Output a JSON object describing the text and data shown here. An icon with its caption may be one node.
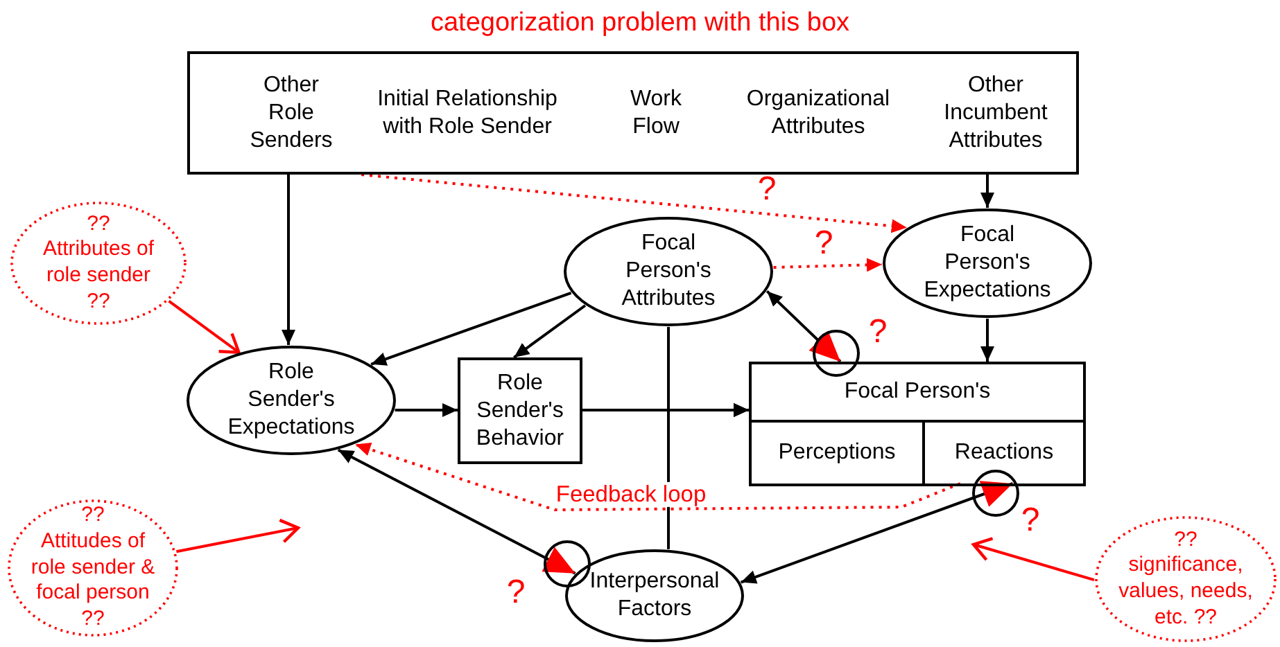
{
  "diagram": {
    "title": "categorization problem with this box",
    "nodes": [
      {
        "text": [
          "Other Role Senders",
          "Initial Relationship with Role Sender",
          "Work Flow",
          "Organizational Attributes",
          "Other Incumbent Attributes"
        ]
      },
      {
        "text": [
          "Focal Person's Attributes"
        ]
      },
      {
        "text": [
          "Focal Person's Expectations"
        ]
      },
      {
        "text": [
          "Role Sender's Expectations"
        ]
      },
      {
        "text": [
          "Role Sender's Behavior"
        ]
      },
      {
        "text": [
          "Focal Person's"
        ]
      },
      {
        "text": [
          "Perceptions"
        ],
        "in": 5
      },
      {
        "text": [
          "Reactions"
        ],
        "in": 5
      },
      {
        "text": [
          "Interpersonal Factors"
        ]
      },
      {
        "text": [
          "??",
          "Attributes of role sender",
          "??"
        ]
      },
      {
        "text": [
          "??",
          "Attitudes of role sender & focal person",
          "??"
        ]
      },
      {
        "text": [
          "??",
          "significance, values, needs, etc. ??"
        ]
      }
    ],
    "edges": [
      {
        "from": 0,
        "to": 3,
        "arrow": "to"
      },
      {
        "from": 0,
        "to": 2,
        "arrow": "to",
        "label": "?",
        "style": "dashed",
        "color": "#ff0000"
      },
      {
        "from": 0,
        "to": 2,
        "arrow": "to"
      },
      {
        "from": 1,
        "to": 2,
        "arrow": "to",
        "label": "?",
        "style": "dashed",
        "color": "#ff0000"
      },
      {
        "from": 1,
        "to": 3,
        "arrow": "to"
      },
      {
        "from": 1,
        "to": 4,
        "arrow": "to"
      },
      {
        "from": 1,
        "to": 5,
        "arrow": "both",
        "label": "?"
      },
      {
        "from": 2,
        "to": 5,
        "arrow": "to"
      },
      {
        "from": 3,
        "to": 4,
        "arrow": "to"
      },
      {
        "from": 4,
        "to": 5,
        "arrow": "to"
      },
      {
        "from": 1,
        "to": 5,
        "arrow": "to"
      },
      {
        "from": 8,
        "to": 5,
        "arrow": "to"
      },
      {
        "from": 7,
        "to": 3,
        "arrow": "to",
        "label": "Feedback loop",
        "style": "dashed",
        "color": "#ff0000"
      },
      {
        "from": 3,
        "to": 8,
        "arrow": "both",
        "label": "?"
      },
      {
        "from": 8,
        "to": 7,
        "arrow": "both",
        "label": "?"
      },
      {
        "from": 9,
        "to": 3,
        "arrow": "to",
        "color": "#ff0000"
      },
      {
        "from": 10,
        "to": null,
        "arrow": "to",
        "color": "#ff0000"
      },
      {
        "from": 11,
        "to": null,
        "arrow": "to",
        "color": "#ff0000"
      }
    ]
  }
}
